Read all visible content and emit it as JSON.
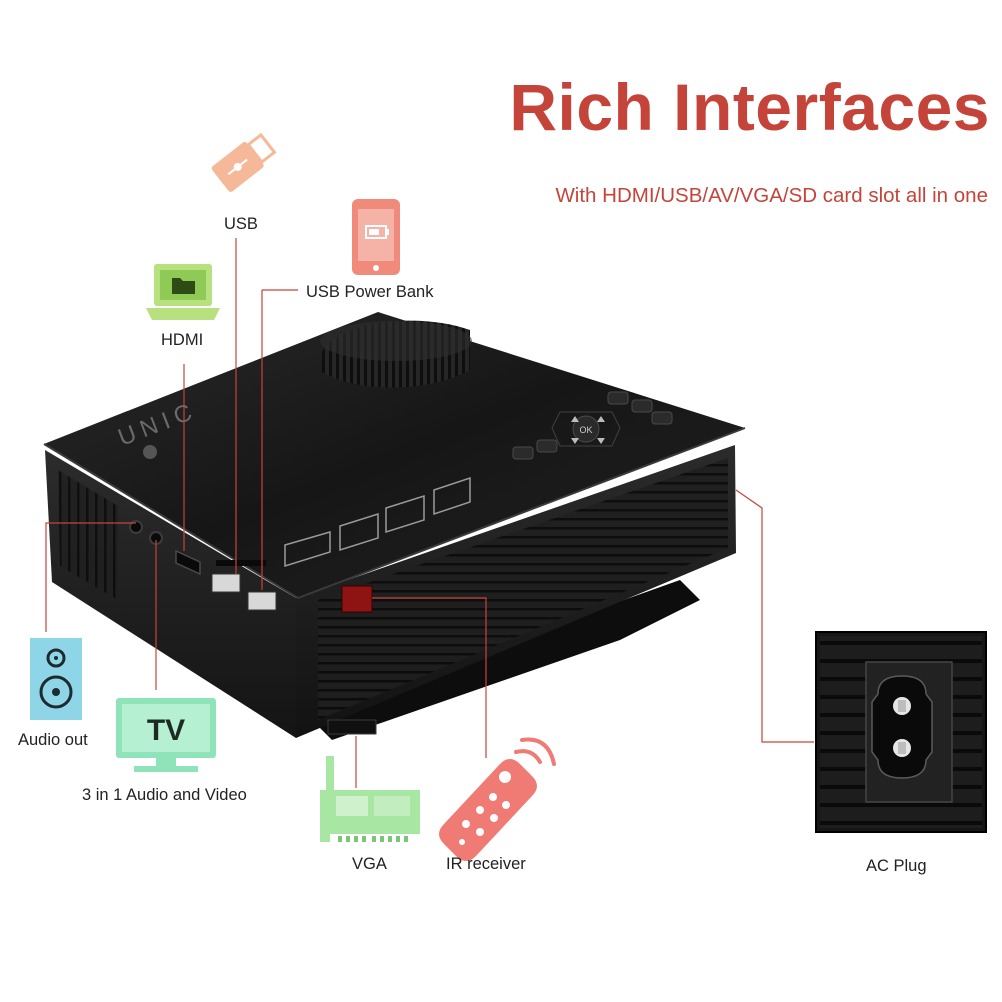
{
  "headline": "Rich Interfaces",
  "subheadline": "With HDMI/USB/AV/VGA/SD card slot all in one",
  "brand": "UNIC",
  "keys": {
    "ok": "OK",
    "tv_screen": "TV"
  },
  "ports": {
    "usb": "USB",
    "usb_power_bank": "USB Power Bank",
    "hdmi": "HDMI",
    "audio_out": "Audio out",
    "av": "3 in 1 Audio and Video",
    "vga": "VGA",
    "ir_receiver": "IR receiver",
    "ac_plug": "AC Plug"
  },
  "colors": {
    "accent_red": "#c5443a",
    "usb_icon": "#f5b99a",
    "power_bank_icon": "#f08a7a",
    "hdmi_icon": "#b7e07e",
    "audio_icon": "#8fd5e8",
    "tv_icon": "#8ee4b8",
    "vga_icon": "#a8e6a3",
    "ir_remote_icon": "#f07b74",
    "projector_body": "#1b1b1b"
  },
  "icons": [
    "usb-stick-icon",
    "phone-battery-icon",
    "laptop-folder-icon",
    "speaker-icon",
    "tv-icon",
    "vga-card-icon",
    "remote-control-icon"
  ]
}
